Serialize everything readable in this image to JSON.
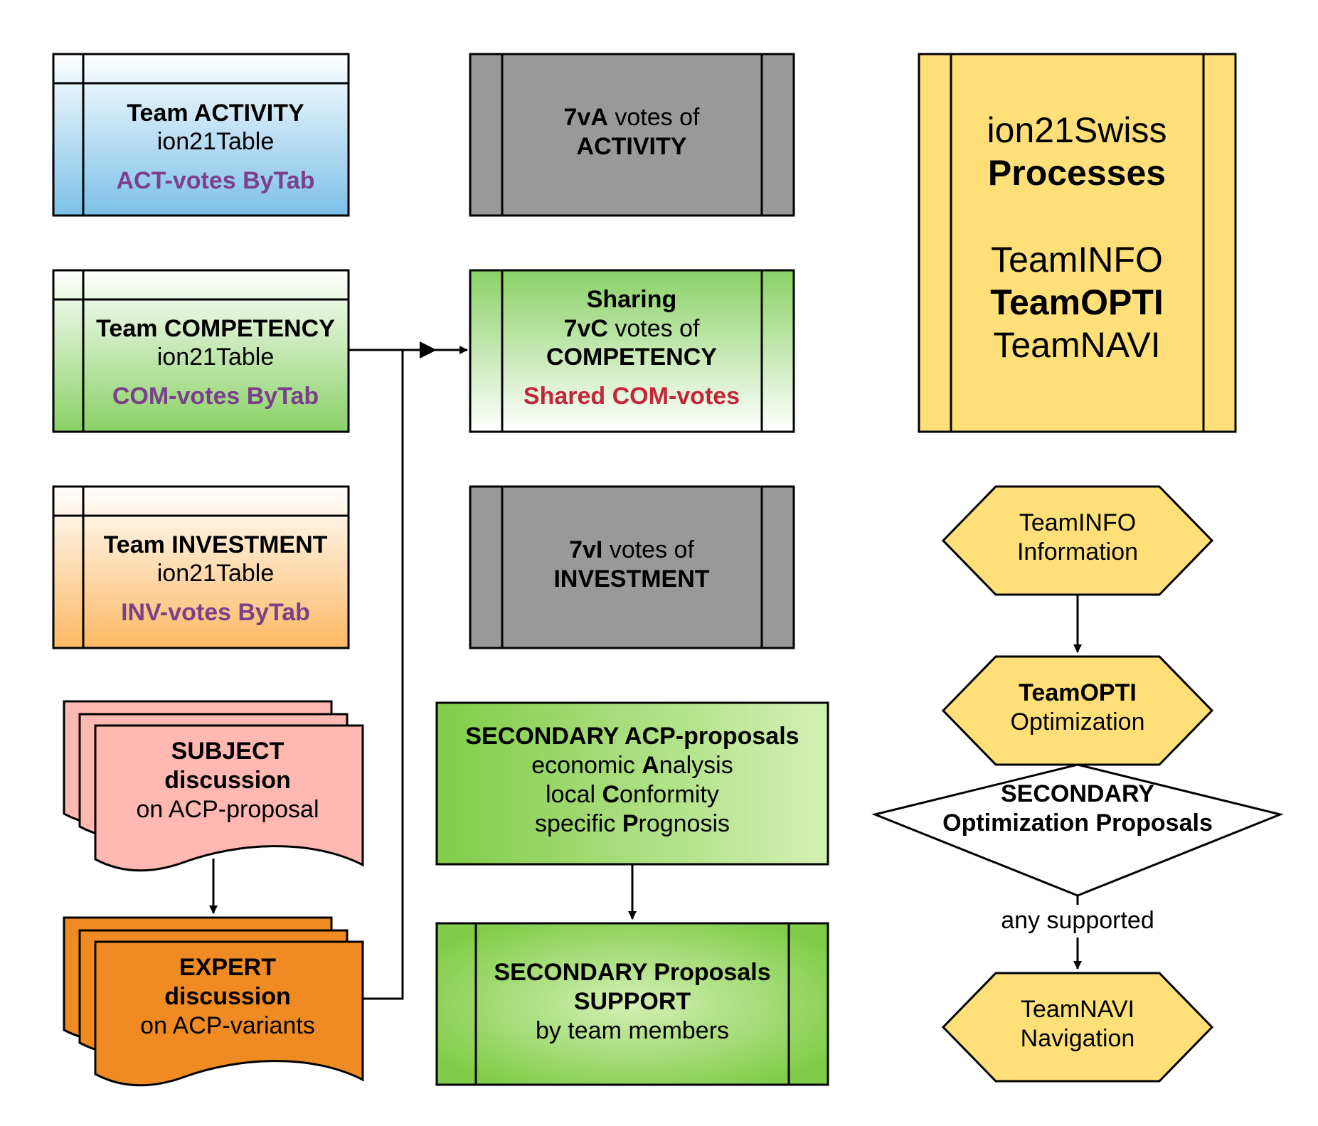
{
  "team_tables": {
    "activity": {
      "title_bold": "Team ACTIVITY",
      "subtitle": "ion21Table",
      "votes": "ACT-votes ByTab",
      "colors": {
        "top": "#ffffff",
        "bottom": "#7cc0e8"
      }
    },
    "competency": {
      "title_bold": "Team COMPETENCY",
      "subtitle": "ion21Table",
      "votes": "COM-votes ByTab",
      "colors": {
        "top": "#ffffff",
        "bottom": "#8ad166"
      }
    },
    "investment": {
      "title_bold": "Team INVESTMENT",
      "subtitle": "ion21Table",
      "votes": "INV-votes ByTab",
      "colors": {
        "top": "#ffffff",
        "bottom": "#fcb964"
      }
    }
  },
  "vote_boxes": {
    "activity": {
      "code": "7vA",
      "rest": " votes of",
      "target": "ACTIVITY",
      "color": "#999999"
    },
    "competency": {
      "sharing": "Sharing",
      "code": "7vC",
      "rest": " votes of",
      "target": "COMPETENCY",
      "shared": "Shared COM-votes",
      "colors": {
        "top": "#8ad166",
        "bottom": "#ffffff"
      }
    },
    "investment": {
      "code": "7vI",
      "rest": " votes of",
      "target": "INVESTMENT",
      "color": "#999999"
    }
  },
  "processes": {
    "line1": "ion21Swiss",
    "line2": "Processes",
    "line3": "TeamINFO",
    "line4": "TeamOPTI",
    "line5": "TeamNAVI",
    "color": "#ffdf78"
  },
  "discussions": {
    "subject": {
      "line1": "SUBJECT",
      "line2": "discussion",
      "line3": "on ACP-proposal",
      "color": "#ffb8b2"
    },
    "expert": {
      "line1": "EXPERT",
      "line2": "discussion",
      "line3": "on ACP-variants",
      "color": "#ef8b22"
    }
  },
  "secondary": {
    "proposals": {
      "title": "SECONDARY ACP-proposals",
      "row1": {
        "pre": "economic ",
        "key": "A",
        "post": "nalysis"
      },
      "row2": {
        "pre": "local ",
        "key": "C",
        "post": "onformity"
      },
      "row3": {
        "pre": "specific ",
        "key": "P",
        "post": "rognosis"
      },
      "colors": {
        "left": "#80cc48",
        "right": "#d4f0b4"
      }
    },
    "support": {
      "line1": "SECONDARY Proposals",
      "line2": "SUPPORT",
      "line3": "by team members",
      "colors": {
        "center": "#d4f0b4",
        "edge": "#80cc48"
      }
    }
  },
  "flow": {
    "info": {
      "line1": "TeamINFO",
      "line2": "Information"
    },
    "opti": {
      "line1": "TeamOPTI",
      "line2": "Optimization"
    },
    "decision": {
      "line1": "SECONDARY",
      "line2": "Optimization Proposals"
    },
    "edge_label": "any supported",
    "navi": {
      "line1": "TeamNAVI",
      "line2": "Navigation"
    },
    "hex_color": "#ffdf78"
  }
}
